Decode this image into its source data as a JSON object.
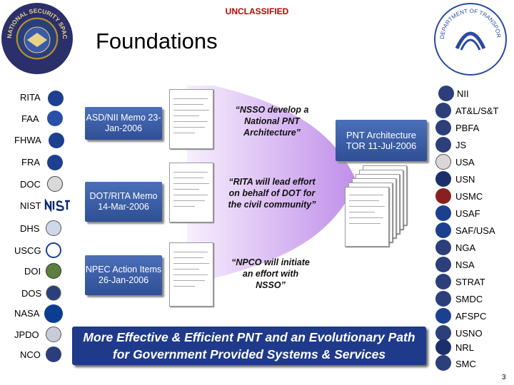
{
  "header": {
    "classification": "UNCLASSIFIED",
    "title": "Foundations",
    "left_seal_text": "NATIONAL SECURITY SPACE OFFICE",
    "right_seal_text": "DEPARTMENT OF TRANSPORTATION UNITED STATES OF AMERICA"
  },
  "left_agencies": [
    "RITA",
    "FAA",
    "FHWA",
    "FRA",
    "DOC",
    "NIST",
    "DHS",
    "USCG",
    "DOI",
    "DOS",
    "NASA",
    "JPDO",
    "NCO"
  ],
  "right_agencies": [
    "NII",
    "AT&L/S&T",
    "PBFA",
    "JS",
    "USA",
    "USN",
    "USMC",
    "USAF",
    "SAF/USA",
    "NGA",
    "NSA",
    "STRAT",
    "SMDC",
    "AFSPC",
    "USNO",
    "NRL",
    "SMC"
  ],
  "memos": [
    {
      "label": "ASD/NII Memo 23-Jan-2006"
    },
    {
      "label": "DOT/RITA Memo 14-Mar-2006"
    },
    {
      "label": "NPEC Action Items 26-Jan-2006"
    }
  ],
  "quotes": [
    "“NSSO develop a National PNT Architecture”",
    "“RITA will lead effort on behalf of DOT for the civil community”",
    "“NPCO will initiate an effort with NSSO”"
  ],
  "tor": {
    "label": "PNT Architecture TOR 11-Jul-2006"
  },
  "banner": {
    "text": "More Effective & Efficient PNT and an Evolutionary Path for Government Provided Systems & Services"
  },
  "page_number": "3",
  "colors": {
    "box_blue": "#3a5ca8",
    "funnel_purple": "#c28bea",
    "classification_red": "#c00000",
    "banner_blue": "#1f3a8a"
  }
}
